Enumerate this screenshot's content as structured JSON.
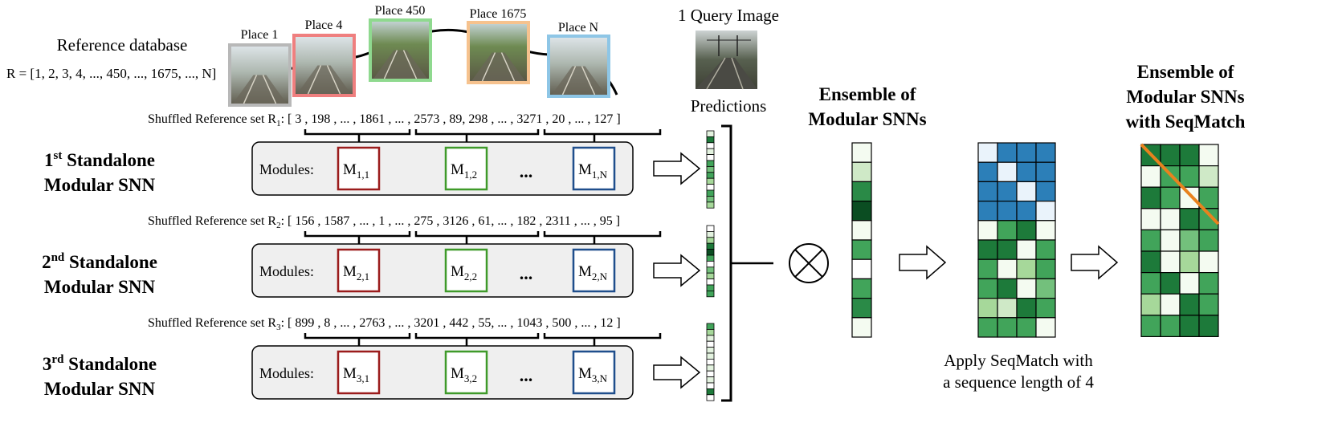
{
  "reference": {
    "title": "Reference database",
    "set": "R = [1, 2, 3, 4, ..., 450, ..., 1675, ..., N]",
    "places": [
      {
        "label": "Place 1",
        "border": "#b8b8b8"
      },
      {
        "label": "Place 4",
        "border": "#ef7f7f"
      },
      {
        "label": "Place 450",
        "border": "#8fd98f"
      },
      {
        "label": "Place 1675",
        "border": "#f6c28e"
      },
      {
        "label": "Place N",
        "border": "#8ec6e6"
      }
    ]
  },
  "query": {
    "title": "1 Query Image",
    "predictions_label": "Predictions"
  },
  "rows": [
    {
      "prefix": "Shuffled Reference set R",
      "sub": "1",
      "set_values": ": [ 3 , 198 , ... , 1861 , ... , 2573 , 89, 298 , ... , 3271 , 20 , ... , 127 ]",
      "ordinal": "1",
      "ordinal_sup": "st",
      "title_rest": " Standalone",
      "title_line2": "Modular SNN",
      "modules_label": "Modules:",
      "modules": [
        {
          "main": "M",
          "sub": "1,1"
        },
        {
          "main": "M",
          "sub": "1,2"
        },
        {
          "main": "M",
          "sub": "1,N"
        }
      ],
      "ellipsis": "...",
      "pred_cells": [
        "#e3f2df",
        "#1d7a3a",
        "#ffffff",
        "#e3f2df",
        "#ffffff",
        "#41a45a",
        "#73c07c",
        "#41a45a",
        "#a6d89a",
        "#ffffff",
        "#41a45a",
        "#73c07c",
        "#a6d89a"
      ]
    },
    {
      "prefix": "Shuffled Reference set R",
      "sub": "2",
      "set_values": ": [ 156 , 1587 , ... , 1 , ... , 275 , 3126 , 61, ... , 182 , 2311 , ... , 95 ]",
      "ordinal": "2",
      "ordinal_sup": "nd",
      "title_rest": " Standalone",
      "title_line2": "Modular SNN",
      "modules_label": "Modules:",
      "modules": [
        {
          "main": "M",
          "sub": "2,1"
        },
        {
          "main": "M",
          "sub": "2,2"
        },
        {
          "main": "M",
          "sub": "2,N"
        }
      ],
      "ellipsis": "...",
      "pred_cells": [
        "#ffffff",
        "#e3f2df",
        "#a6d89a",
        "#1d7a3a",
        "#0b4d22",
        "#41a45a",
        "#ffffff",
        "#73c07c",
        "#a6d89a",
        "#ffffff",
        "#41a45a",
        "#41a45a"
      ]
    },
    {
      "prefix": "Shuffled Reference set R",
      "sub": "3",
      "set_values": ": [ 899 , 8 , ... , 2763 , ... , 3201 , 442 , 55, ... , 1043 , 500 , ... , 12 ]",
      "ordinal": "3",
      "ordinal_sup": "rd",
      "title_rest": " Standalone",
      "title_line2": "Modular SNN",
      "modules_label": "Modules:",
      "modules": [
        {
          "main": "M",
          "sub": "3,1"
        },
        {
          "main": "M",
          "sub": "3,2"
        },
        {
          "main": "M",
          "sub": "3,N"
        }
      ],
      "ellipsis": "...",
      "pred_cells": [
        "#41a45a",
        "#a6d89a",
        "#e3f2df",
        "#ffffff",
        "#e3f2df",
        "#e3f2df",
        "#ffffff",
        "#e3f2df",
        "#ffffff",
        "#e3f2df",
        "#ffffff",
        "#1d7a3a",
        "#ffffff"
      ]
    }
  ],
  "module_colors": [
    "#9b1c1c",
    "#3f9a2a",
    "#1f4e8c"
  ],
  "ensemble": {
    "title_line1": "Ensemble of",
    "title_line2": "Modular SNNs",
    "cells": [
      "#f4fbf1",
      "#cfe9c7",
      "#2a8a47",
      "#0b4d22",
      "#f4fbf1",
      "#41a45a",
      "#ffffff",
      "#41a45a",
      "#2a8a47",
      "#f4fbf1"
    ]
  },
  "seqmatch_input": {
    "caption_line1": "Apply SeqMatch with",
    "caption_line2": "a sequence length of 4",
    "cells": [
      [
        "#eaf3fb",
        "#2c7fb8",
        "#2c7fb8",
        "#2c7fb8"
      ],
      [
        "#2c7fb8",
        "#eaf3fb",
        "#2c7fb8",
        "#2c7fb8"
      ],
      [
        "#2c7fb8",
        "#2c7fb8",
        "#eaf3fb",
        "#2c7fb8"
      ],
      [
        "#2c7fb8",
        "#2c7fb8",
        "#2c7fb8",
        "#eaf3fb"
      ],
      [
        "#f4fbf1",
        "#41a45a",
        "#1d7a3a",
        "#f4fbf1"
      ],
      [
        "#1d7a3a",
        "#1d7a3a",
        "#f4fbf1",
        "#41a45a"
      ],
      [
        "#41a45a",
        "#f4fbf1",
        "#a6d89a",
        "#41a45a"
      ],
      [
        "#41a45a",
        "#1d7a3a",
        "#f4fbf1",
        "#73c07c"
      ],
      [
        "#a6d89a",
        "#cfe9c7",
        "#1d7a3a",
        "#41a45a"
      ],
      [
        "#41a45a",
        "#41a45a",
        "#41a45a",
        "#f4fbf1"
      ]
    ]
  },
  "seqmatch_output": {
    "title_line1": "Ensemble of",
    "title_line2": "Modular SNNs",
    "title_line3": "with SeqMatch",
    "line_color": "#e8821e",
    "cells": [
      [
        "#1d7a3a",
        "#1d7a3a",
        "#1d7a3a",
        "#f4fbf1"
      ],
      [
        "#f4fbf1",
        "#41a45a",
        "#41a45a",
        "#cfe9c7"
      ],
      [
        "#1d7a3a",
        "#41a45a",
        "#f4fbf1",
        "#41a45a"
      ],
      [
        "#f4fbf1",
        "#f4fbf1",
        "#1d7a3a",
        "#41a45a"
      ],
      [
        "#41a45a",
        "#f4fbf1",
        "#73c07c",
        "#41a45a"
      ],
      [
        "#1d7a3a",
        "#f4fbf1",
        "#a6d89a",
        "#f4fbf1"
      ],
      [
        "#41a45a",
        "#1d7a3a",
        "#f4fbf1",
        "#41a45a"
      ],
      [
        "#a6d89a",
        "#f4fbf1",
        "#1d7a3a",
        "#41a45a"
      ],
      [
        "#41a45a",
        "#41a45a",
        "#1d7a3a",
        "#1d7a3a"
      ]
    ]
  },
  "otimes_symbol": "⊗"
}
